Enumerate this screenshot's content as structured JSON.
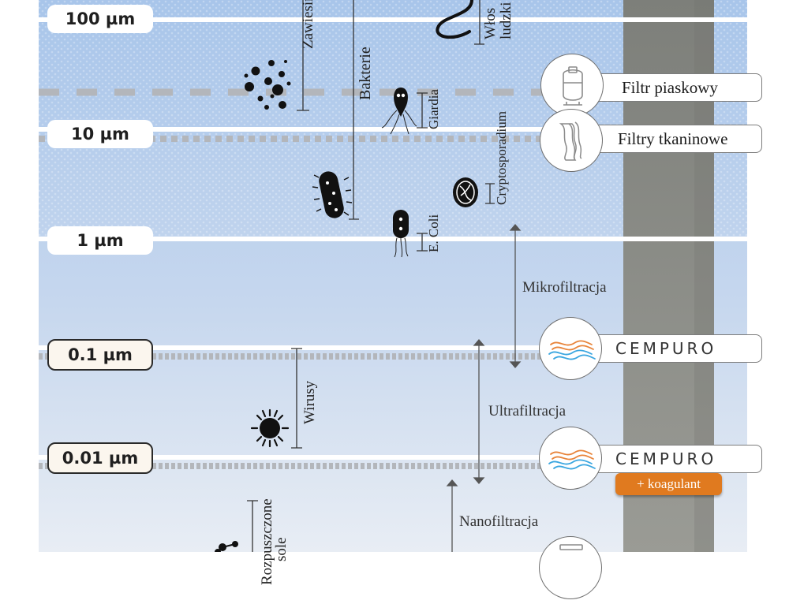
{
  "scale_labels": [
    "100  µm",
    "10  µm",
    "1 µm",
    "0.1  µm",
    "0.01  µm"
  ],
  "particles": {
    "suspensions": "Zawiesiny",
    "bacteria": "Bakterie",
    "hair_line1": "Włos",
    "hair_line2": "ludzki",
    "giardia": "Giardia",
    "cryptosporidium": "Cryptosporadium",
    "ecoli": "E. Coli",
    "viruses": "Wirusy",
    "dissolved_line1": "Rozpuszczone",
    "dissolved_line2": "sole"
  },
  "filters": {
    "sand": "Filtr piaskowy",
    "fabric": "Filtry tkaninowe",
    "cempuro_1": "CEMPURO",
    "cempuro_2": "CEMPURO",
    "coagulant_badge": "+ koagulant"
  },
  "processes": {
    "micro": "Mikrofiltracja",
    "ultra": "Ultrafiltracja",
    "nano": "Nanofiltracja"
  },
  "colors": {
    "background_top": "#a9c6ea",
    "background_bottom": "#e9eef5",
    "filter_column": "#8f918a",
    "accent_orange": "#e07a1f",
    "wave_blue": "#3aa6e0"
  }
}
